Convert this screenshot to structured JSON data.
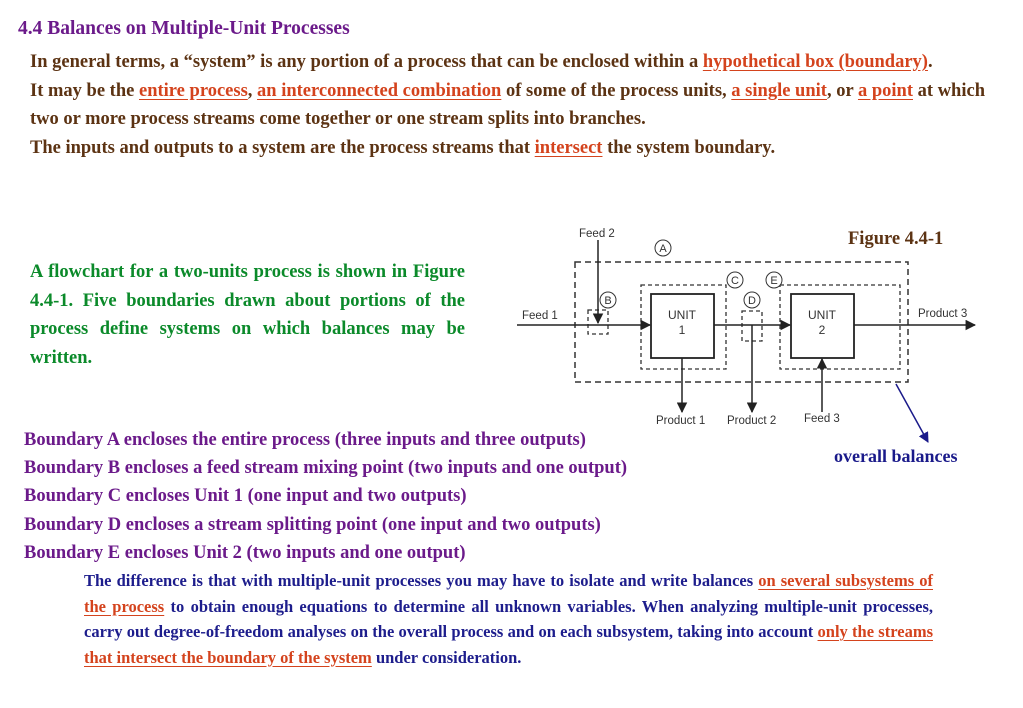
{
  "title": "4.4 Balances on Multiple-Unit Processes",
  "intro": {
    "p1": {
      "t1": "In general terms, a “system” is any portion of a process that can be enclosed within a",
      "h1": "hypothetical box (boundary)",
      "t2": "."
    },
    "p2": {
      "t1": "It may be the",
      "h1": "entire process",
      "t2": ",",
      "h2": "an interconnected combination",
      "t3": "of some of the process units,",
      "h3": "a single unit",
      "t4": ", or",
      "h4": "a point",
      "t5": "at which two or more process streams come together or one stream splits into branches."
    },
    "p3": {
      "t1": "The inputs and outputs to a system are the process streams that",
      "h1": "intersect",
      "t2": "the system boundary."
    }
  },
  "figure": {
    "caption": "Figure 4.4-1",
    "labels": {
      "feed1": "Feed 1",
      "feed2": "Feed 2",
      "feed3": "Feed 3",
      "product1": "Product 1",
      "product2": "Product 2",
      "product3": "Product 3",
      "unit1_line1": "UNIT",
      "unit1_line2": "1",
      "unit2_line1": "UNIT",
      "unit2_line2": "2",
      "A": "A",
      "B": "B",
      "C": "C",
      "D": "D",
      "E": "E"
    }
  },
  "flowchart_text": "A flowchart for a two-units process is shown in Figure 4.4-1. Five boundaries drawn about portions of the process define systems on which balances may be written.",
  "overall_note": "overall balances",
  "boundaries": [
    "Boundary A encloses the entire process (three inputs and three outputs)",
    "Boundary B encloses a feed stream mixing point (two inputs and one output)",
    "Boundary C encloses Unit 1 (one input and two outputs)",
    "Boundary D encloses a stream splitting point (one input and two outputs)",
    "Boundary E encloses Unit 2 (two inputs and one output)"
  ],
  "summary": {
    "t1": "The difference is that with multiple-unit processes you may have to isolate and write balances",
    "h1": "on several subsystems of the process",
    "t2": "to obtain enough equations to determine all unknown variables. When analyzing multiple-unit processes, carry out degree-of-freedom analyses on the overall process and on each subsystem, taking into account",
    "h2": "only the streams that intersect the boundary of the system",
    "t3": "under consideration."
  }
}
